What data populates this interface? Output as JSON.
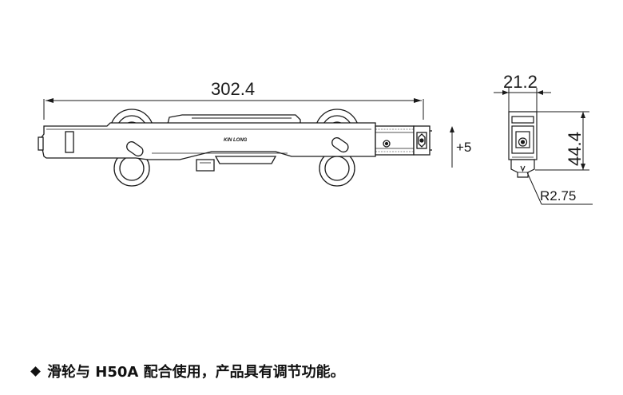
{
  "drawing": {
    "length_dim": "302.4",
    "width_dim": "21.2",
    "height_dim": "44.4",
    "adjust_dim": "+5",
    "radius_dim": "R2.75",
    "brand_logo": "KIN LONG"
  },
  "caption": {
    "bullet_icon": "diamond-bullet-icon",
    "text": "滑轮与 H50A 配合使用，产品具有调节功能。"
  }
}
